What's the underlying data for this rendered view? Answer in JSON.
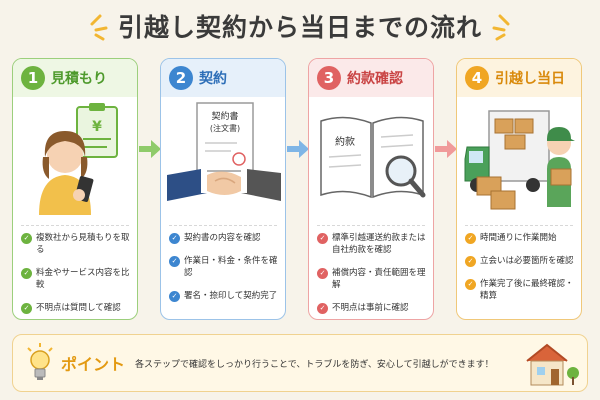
{
  "title": "引越し契約から当日までの流れ",
  "steps": [
    {
      "num": "1",
      "label": "見積もり",
      "items": [
        "複数社から見積もりを取る",
        "料金やサービス内容を比較",
        "不明点は質問して確認"
      ]
    },
    {
      "num": "2",
      "label": "契約",
      "doc_title": "契約書",
      "doc_sub": "(注文書)",
      "items": [
        "契約書の内容を確認",
        "作業日・料金・条件を確認",
        "署名・捺印して契約完了"
      ]
    },
    {
      "num": "3",
      "label": "約款確認",
      "book_label": "約款",
      "items": [
        "標準引越運送約款または自社約款を確認",
        "補償内容・責任範囲を理解",
        "不明点は事前に確認"
      ]
    },
    {
      "num": "4",
      "label": "引越し当日",
      "items": [
        "時間通りに作業開始",
        "立会いは必要箇所を確認",
        "作業完了後に最終確認・精算"
      ]
    }
  ],
  "point": {
    "label": "ポイント",
    "text": "各ステップで確認をしっかり行うことで、トラブルを防ぎ、安心して引越しができます！"
  },
  "colors": {
    "step1": "#6db33f",
    "step2": "#3d86d0",
    "step3": "#e06262",
    "step4": "#f0a623",
    "accent": "#e39a12"
  }
}
